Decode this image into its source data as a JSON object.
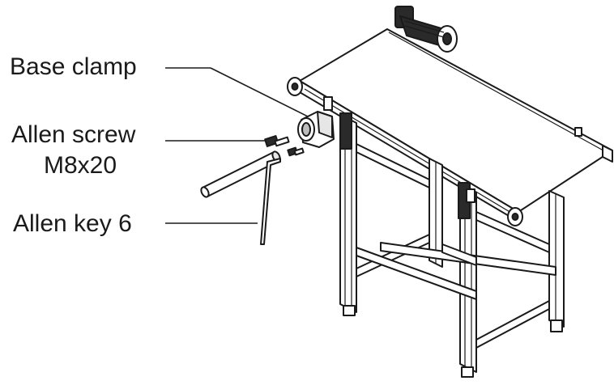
{
  "labels": {
    "base_clamp": "Base clamp",
    "allen_screw_line1": "Allen screw",
    "allen_screw_line2": "M8x20",
    "allen_key": "Allen key 6"
  }
}
